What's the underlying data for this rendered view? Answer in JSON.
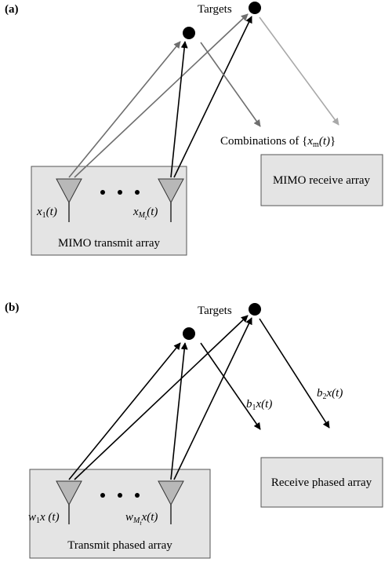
{
  "panel_a": {
    "label_open": "(",
    "label_letter": "a",
    "label_close": ")",
    "targets_label": "Targets",
    "combinations_prefix": "Combinations of {",
    "combinations_var": "x",
    "combinations_sub": "m",
    "combinations_arg": "(t)",
    "combinations_suffix": "}",
    "transmit_box_label": "MIMO transmit array",
    "receive_box_label": "MIMO receive array",
    "ant1_var": "x",
    "ant1_sub": "1",
    "ant1_arg": "(t)",
    "ant2_var": "x",
    "ant2_sub": "M",
    "ant2_subsub": "t",
    "ant2_arg": "(t)"
  },
  "panel_b": {
    "label_open": "(",
    "label_letter": "b",
    "label_close": ")",
    "targets_label": "Targets",
    "transmit_box_label": "Transmit phased array",
    "receive_box_label": "Receive phased array",
    "ant1_var": "w",
    "ant1_sub": "1",
    "ant1_rest": "x (t)",
    "ant2_var": "w",
    "ant2_sub": "M",
    "ant2_subsub": "t",
    "ant2_rest": "x(t)",
    "signal1_var": "b",
    "signal1_sub": "1",
    "signal1_rest": "x(t)",
    "signal2_var": "b",
    "signal2_sub": "2",
    "signal2_rest": "x(t)"
  },
  "colors": {
    "box_fill": "#e4e4e4",
    "antenna_fill": "#b8b8b8",
    "arrow_dark": "#000000",
    "arrow_gray_a1": "#6e6e6e",
    "arrow_gray_a2": "#a8a8a8"
  }
}
